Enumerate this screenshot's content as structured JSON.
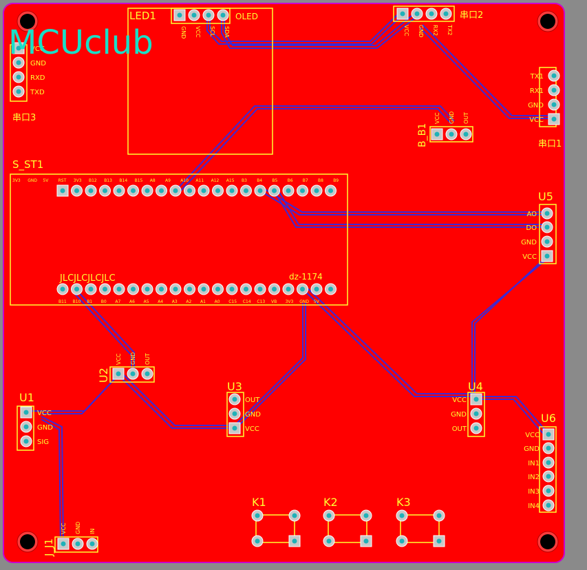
{
  "colors": {
    "background": "#8a8a8a",
    "board": "#ff0000",
    "outline": "#cc00cc",
    "silk": "#ffff33",
    "trace": "#3a2ad8",
    "pad_copper": "#c8c8c8",
    "pad_hole": "#1fb1b8",
    "logo": "#18e0c8",
    "mount_hole": "#000000"
  },
  "logo": {
    "text": "MCUclub"
  },
  "designators": {
    "led1": "LED1",
    "oled": "OLED",
    "port2": "串口2",
    "port3": "串口3",
    "port1": "串口1",
    "bb1": "B_B1",
    "s_st1": "S_ST1",
    "u5": "U5",
    "u2": "U2",
    "u3": "U3",
    "u1": "U1",
    "u4": "U4",
    "u6": "U6",
    "jj1": "J_J1",
    "k1": "K1",
    "k2": "K2",
    "k3": "K3",
    "jlc": "JLCJLCJLCJLC",
    "dz": "dz-1174"
  },
  "pin_labels": {
    "led1": [
      "GND",
      "VCC",
      "SCL",
      "SDA"
    ],
    "port3": [
      "VCC",
      "GND",
      "RXD",
      "TXD"
    ],
    "port2": [
      "VCC",
      "GND",
      "RX2",
      "TX2"
    ],
    "port1": [
      "TX1",
      "RX1",
      "GND",
      "VCC"
    ],
    "bb1": [
      "VCC",
      "GND",
      "OUT"
    ],
    "u5": [
      "AO",
      "DO",
      "GND",
      "VCC"
    ],
    "u2": [
      "VCC",
      "GND",
      "OUT"
    ],
    "u3": [
      "OUT",
      "GND",
      "VCC"
    ],
    "u1": [
      "VCC",
      "GND",
      "SIG"
    ],
    "u4": [
      "VCC",
      "GND",
      "OUT"
    ],
    "u6": [
      "VCC",
      "GND",
      "IN1",
      "IN2",
      "IN3",
      "IN4"
    ],
    "jj1": [
      "VCC",
      "GND",
      "IN"
    ],
    "st_top": [
      "3V3",
      "GND",
      "5V",
      "RST",
      "3V3",
      "B12",
      "B13",
      "B14",
      "B15",
      "A8",
      "A9",
      "A10",
      "A11",
      "A12",
      "A15",
      "B3",
      "B4",
      "B5",
      "B6",
      "B7",
      "B8",
      "B9"
    ],
    "st_bot": [
      "B11",
      "B10",
      "B1",
      "B0",
      "A7",
      "A6",
      "A5",
      "A4",
      "A3",
      "A2",
      "A1",
      "A0",
      "C15",
      "C14",
      "C13",
      "VB",
      "3V3",
      "GND",
      "5V"
    ]
  }
}
